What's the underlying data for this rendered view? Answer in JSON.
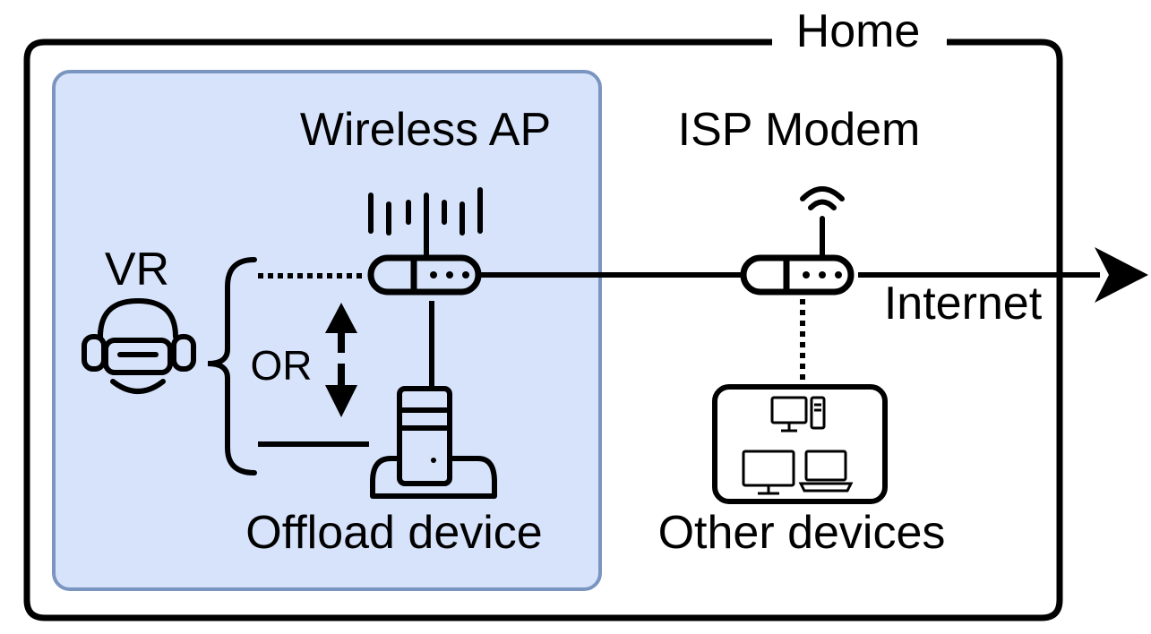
{
  "labels": {
    "home": "Home",
    "wireless_ap": "Wireless AP",
    "isp_modem": "ISP Modem",
    "vr": "VR",
    "or": "OR",
    "internet": "Internet",
    "offload_device": "Offload device",
    "other_devices": "Other devices"
  },
  "colors": {
    "stroke": "#000000",
    "ap_region_fill": "#d6e3fb",
    "ap_region_border": "#7a95c0",
    "background": "#ffffff"
  },
  "icons": [
    "vr-headset-icon",
    "wireless-router-icon",
    "isp-modem-icon",
    "offload-tower-pc-icon",
    "desktop-monitor-icon",
    "laptop-icon",
    "up-down-arrow-icon",
    "right-arrow-icon"
  ]
}
